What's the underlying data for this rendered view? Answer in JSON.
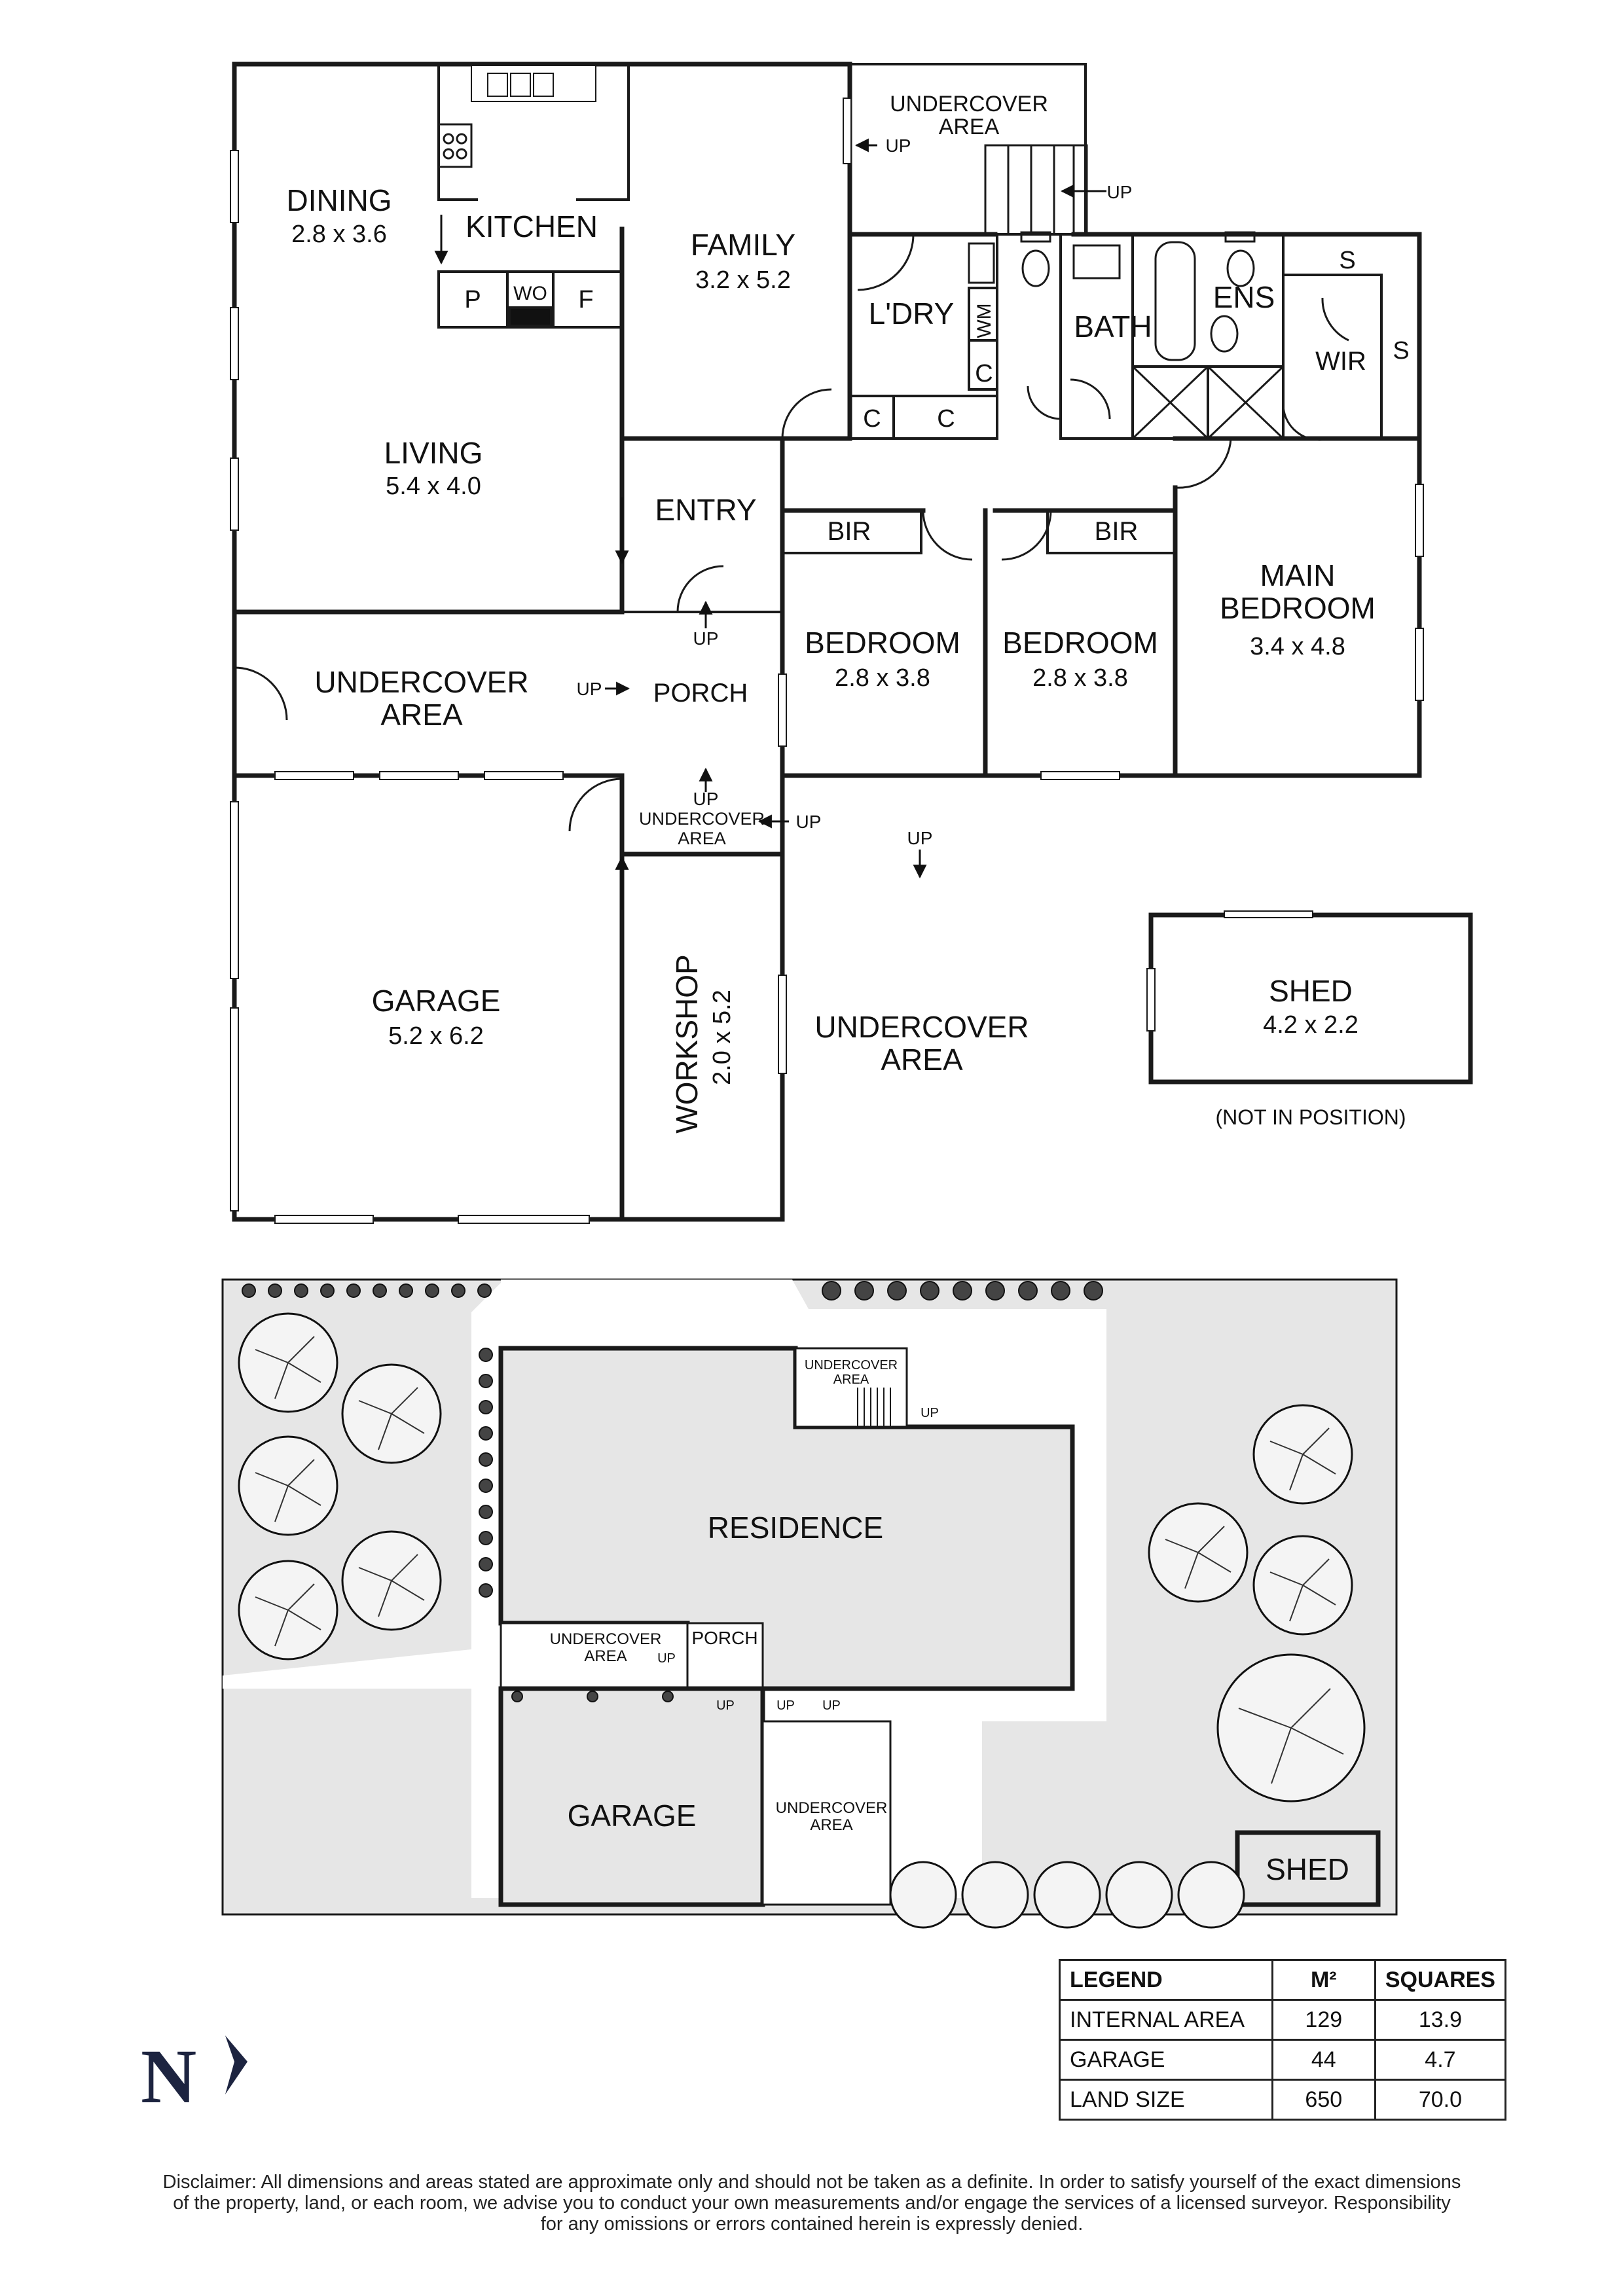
{
  "rooms": {
    "dining": {
      "name": "DINING",
      "dim": "2.8 x 3.6"
    },
    "kitchen": {
      "name": "KITCHEN"
    },
    "family": {
      "name": "FAMILY",
      "dim": "3.2 x 5.2"
    },
    "undercover_top": {
      "l1": "UNDERCOVER",
      "l2": "AREA"
    },
    "laundry": {
      "name": "L'DRY"
    },
    "wm": "WM",
    "bath": "BATH",
    "ens": "ENS",
    "wir": "WIR",
    "s1": "S",
    "s2": "S",
    "c1": "C",
    "c2": "C",
    "c3": "C",
    "pantry": "P",
    "wo": "WO",
    "fridge": "F",
    "living": {
      "name": "LIVING",
      "dim": "5.4 x 4.0"
    },
    "entry": "ENTRY",
    "bir1": "BIR",
    "bir2": "BIR",
    "bedroom1": {
      "name": "BEDROOM",
      "dim": "2.8 x 3.8"
    },
    "bedroom2": {
      "name": "BEDROOM",
      "dim": "2.8 x 3.8"
    },
    "main_bedroom": {
      "l1": "MAIN",
      "l2": "BEDROOM",
      "dim": "3.4 x 4.8"
    },
    "undercover_left": {
      "l1": "UNDERCOVER",
      "l2": "AREA"
    },
    "porch": "PORCH",
    "undercover_small": {
      "l1": "UNDERCOVER",
      "l2": "AREA"
    },
    "garage": {
      "name": "GARAGE",
      "dim": "5.2 x 6.2"
    },
    "workshop": {
      "name": "WORKSHOP",
      "dim": "2.0 x 5.2"
    },
    "undercover_right": {
      "l1": "UNDERCOVER",
      "l2": "AREA"
    },
    "shed": {
      "name": "SHED",
      "dim": "4.2 x 2.2",
      "note": "(NOT IN POSITION)"
    }
  },
  "up_label": "UP",
  "site": {
    "residence": "RESIDENCE",
    "garage": "GARAGE",
    "shed": "SHED",
    "porch": "PORCH",
    "undercover_top": {
      "l1": "UNDERCOVER",
      "l2": "AREA"
    },
    "undercover_left": {
      "l1": "UNDERCOVER",
      "l2": "AREA"
    },
    "undercover_right": {
      "l1": "UNDERCOVER",
      "l2": "AREA"
    }
  },
  "legend": {
    "headers": [
      "LEGEND",
      "M²",
      "SQUARES"
    ],
    "rows": [
      {
        "label": "INTERNAL AREA",
        "m2": "129",
        "squares": "13.9"
      },
      {
        "label": "GARAGE",
        "m2": "44",
        "squares": "4.7"
      },
      {
        "label": "LAND SIZE",
        "m2": "650",
        "squares": "70.0"
      }
    ]
  },
  "north": "N",
  "disclaimer": {
    "line1": "Disclaimer: All dimensions and areas stated are approximate only and should not be taken as a definite. In order to satisfy yourself of the exact dimensions",
    "line2": "of the property, land, or each room, we advise you to conduct your own measurements and/or engage the services of a licensed surveyor. Responsibility",
    "line3": "for any omissions or errors contained herein is expressly denied."
  },
  "colors": {
    "wall": "#1a1a1a",
    "site_fill": "#e6e6e6",
    "north": "#1d2440"
  }
}
